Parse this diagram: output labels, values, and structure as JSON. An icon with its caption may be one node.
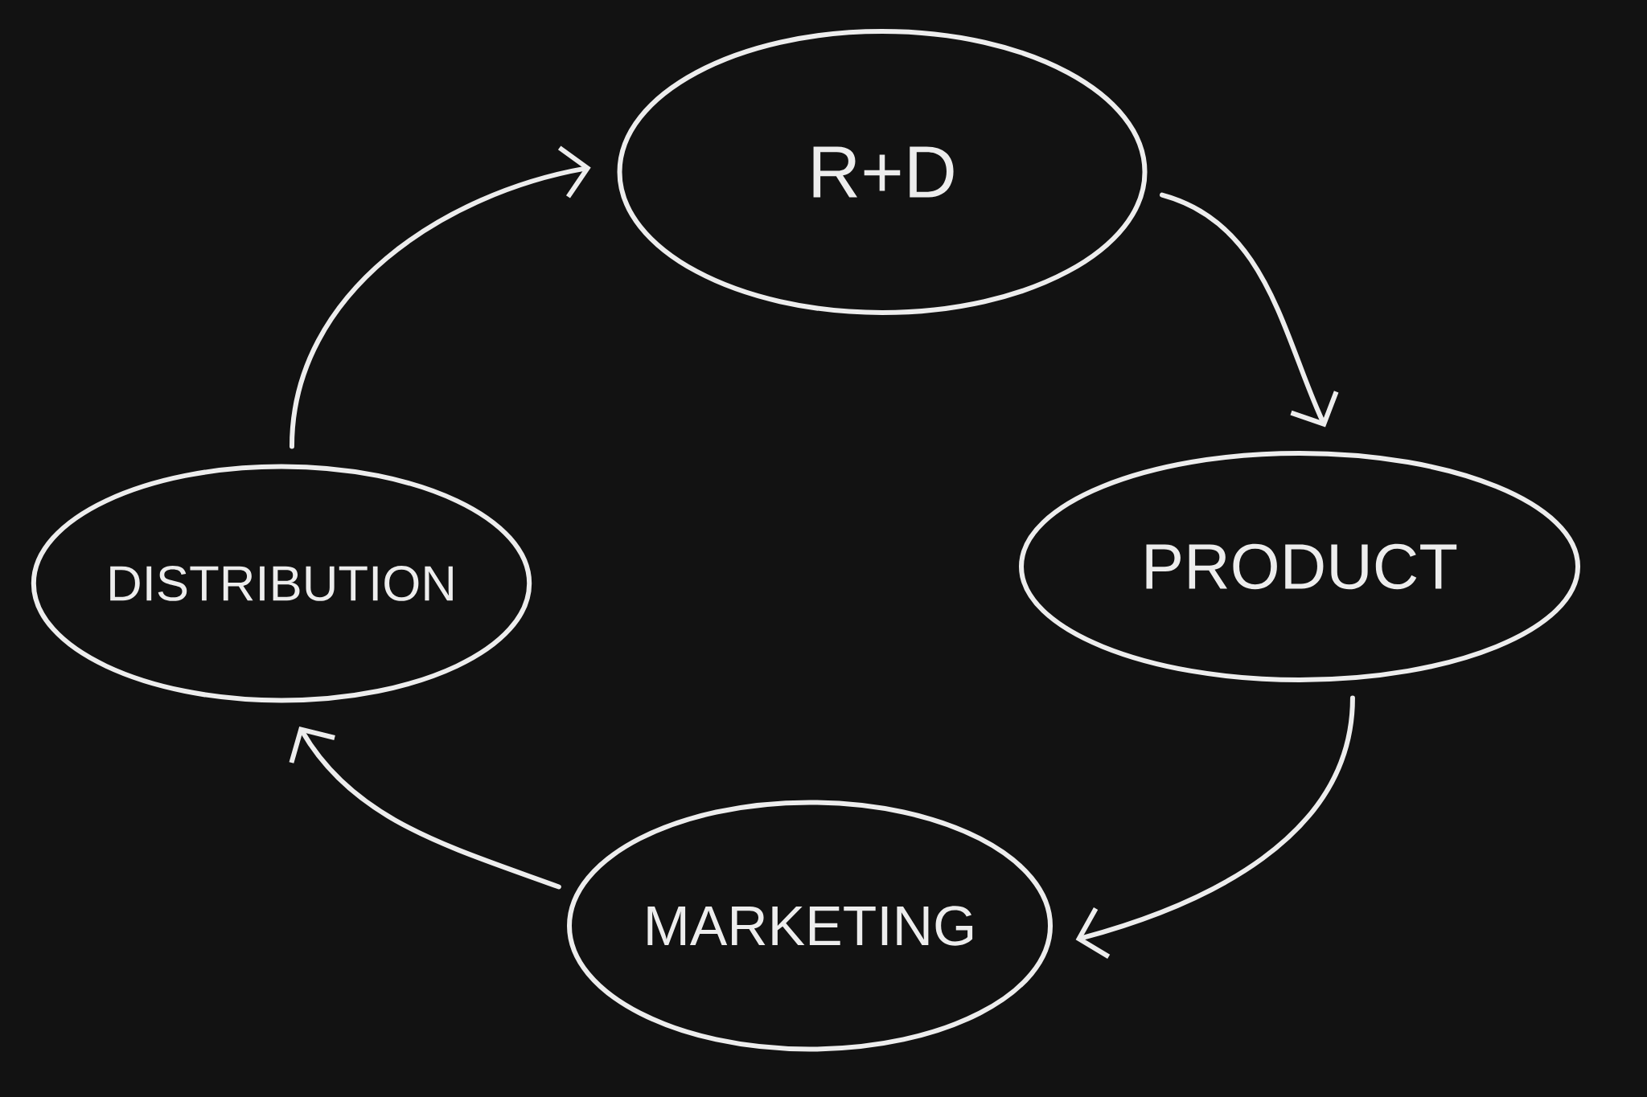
{
  "diagram": {
    "nodes": [
      {
        "text": [
          "R+D"
        ]
      },
      {
        "text": [
          "PRODUCT"
        ]
      },
      {
        "text": [
          "MARKETING"
        ]
      },
      {
        "text": [
          "DISTRIBUTION"
        ]
      }
    ],
    "edges": [
      {
        "from": 0,
        "to": 1,
        "arrow": "to"
      },
      {
        "from": 1,
        "to": 2,
        "arrow": "to"
      },
      {
        "from": 2,
        "to": 3,
        "arrow": "to"
      },
      {
        "from": 3,
        "to": 0,
        "arrow": "to"
      }
    ]
  }
}
